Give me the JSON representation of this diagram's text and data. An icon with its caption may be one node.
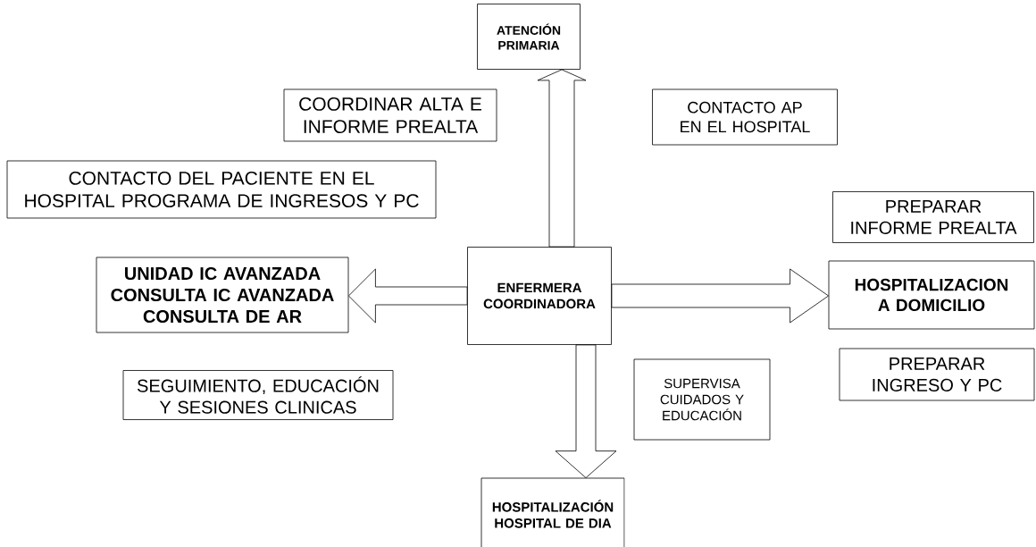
{
  "diagram": {
    "nodes": [
      {
        "text": [
          "ATENCIÓN PRIMARIA"
        ]
      },
      {
        "text": [
          "COORDINAR ALTA E INFORME PREALTA"
        ]
      },
      {
        "text": [
          "CONTACTO AP EN EL HOSPITAL"
        ]
      },
      {
        "text": [
          "CONTACTO DEL PACIENTE EN EL HOSPITAL PROGRAMA DE INGRESOS Y PC"
        ]
      },
      {
        "text": [
          "PREPARAR INFORME PREALTA"
        ]
      },
      {
        "text": [
          "UNIDAD IC AVANZADA CONSULTA IC AVANZADA CONSULTA DE AR"
        ]
      },
      {
        "text": [
          "ENFERMERA COORDINADORA"
        ]
      },
      {
        "text": [
          "HOSPITALIZACION A DOMICILIO"
        ]
      },
      {
        "text": [
          "SEGUIMIENTO, EDUCACIÓN Y SESIONES CLINICAS"
        ]
      },
      {
        "text": [
          "SUPERVISA CUIDADOS Y EDUCACIÓN"
        ]
      },
      {
        "text": [
          "PREPARAR INGRESO Y PC"
        ]
      },
      {
        "text": [
          "HOSPITALIZACIÓN HOSPITAL DE DIA"
        ]
      }
    ],
    "edges": [
      {
        "from": 6,
        "to": 0,
        "arrow": "to"
      },
      {
        "from": 6,
        "to": 5,
        "arrow": "to"
      },
      {
        "from": 6,
        "to": 7,
        "arrow": "to"
      },
      {
        "from": 6,
        "to": 11,
        "arrow": "to"
      }
    ]
  }
}
